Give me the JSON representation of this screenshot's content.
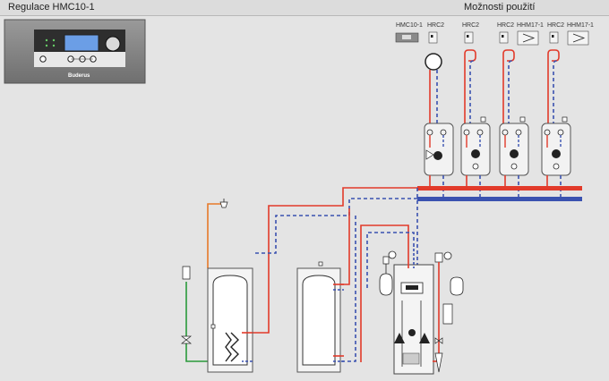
{
  "header": {
    "title": "Regulace HMC10-1",
    "options_title": "Možnosti použití"
  },
  "controller": {
    "brand": "Buderus"
  },
  "modules": [
    {
      "label": "HMC10-1",
      "kind": "panel"
    },
    {
      "label": "HRC2",
      "kind": "room-unit"
    },
    {
      "label": "HRC2",
      "kind": "room-unit"
    },
    {
      "label": "HRC2",
      "kind": "room-unit"
    },
    {
      "label": "HHM17-1",
      "kind": "mixer-module"
    },
    {
      "label": "HRC2",
      "kind": "room-unit"
    },
    {
      "label": "HHM17-1",
      "kind": "mixer-module"
    }
  ],
  "colors": {
    "supply": "#e23a2a",
    "return": "#3a52b0",
    "dhw": "#e77a2a",
    "cold_water": "#2a9a3a",
    "outline": "#555555",
    "background": "#e4e4e4"
  }
}
